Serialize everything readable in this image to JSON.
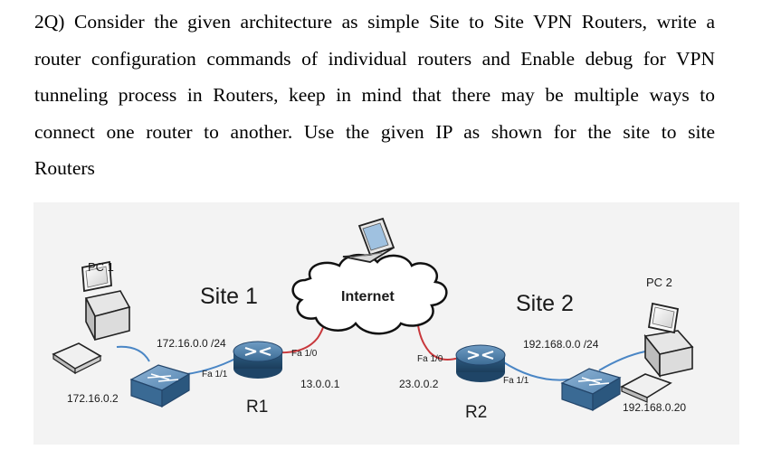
{
  "question": {
    "lines": [
      "2Q) Consider the given architecture as simple Site to Site VPN Routers, write a",
      "router configuration commands of individual routers and Enable debug for VPN",
      "tunneling process in Routers, keep in mind that there may be multiple ways to",
      "connect one router to another. Use the given IP as shown for the site to site",
      "Routers"
    ]
  },
  "diagram": {
    "sites": {
      "site1": "Site 1",
      "site2": "Site 2"
    },
    "internet": "Internet",
    "pcs": {
      "pc1": {
        "name": "PC 1",
        "ip": "172.16.0.2"
      },
      "pc2": {
        "name": "PC 2",
        "ip": "192.168.0.20"
      }
    },
    "routers": {
      "r1": {
        "name": "R1",
        "lan_iface": "Fa 1/1",
        "wan_iface": "Fa 1/0",
        "wan_ip": "13.0.0.1"
      },
      "r2": {
        "name": "R2",
        "lan_iface": "Fa 1/1",
        "wan_iface": "Fa 1/0",
        "wan_ip": "23.0.0.2"
      }
    },
    "networks": {
      "site1": "172.16.0.0 /24",
      "site2": "192.168.0.0 /24"
    },
    "colors": {
      "lan_link": "#4a86c5",
      "wan_link": "#c8383c",
      "router": "#2f5f86",
      "switch": "#3f6f98",
      "background": "#f3f3f3"
    }
  }
}
